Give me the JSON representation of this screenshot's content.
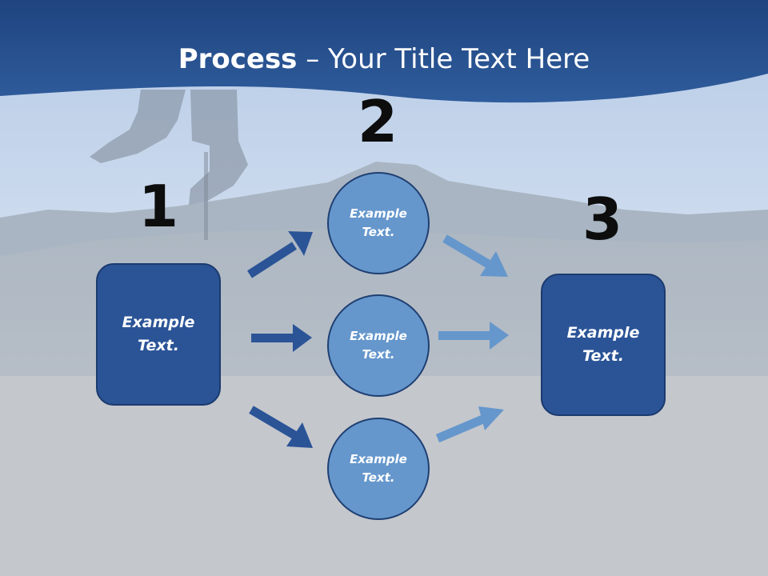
{
  "title": {
    "bold": "Process",
    "rest": " – Your Title Text Here"
  },
  "steps": {
    "one": "1",
    "two": "2",
    "three": "3"
  },
  "nodes": {
    "left_box": "Example Text.",
    "circle_top": "Example Text.",
    "circle_middle": "Example Text.",
    "circle_bottom": "Example Text.",
    "right_box": "Example Text."
  },
  "colors": {
    "header": "#2a5494",
    "box_fill": "#2b5497",
    "circle_fill": "#6597cc",
    "arrow_dark": "#2b5497",
    "arrow_light": "#6597cc"
  }
}
